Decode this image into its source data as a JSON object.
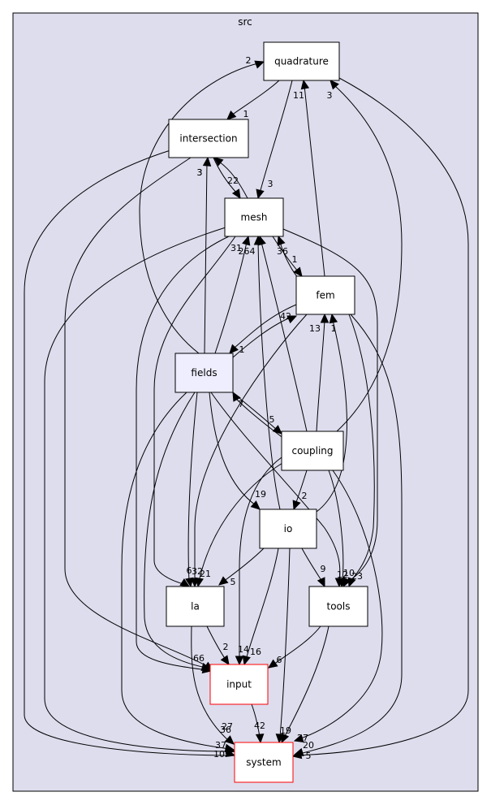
{
  "cluster": {
    "title": "src"
  },
  "nodes": {
    "quadrature": "quadrature",
    "intersection": "intersection",
    "mesh": "mesh",
    "fem": "fem",
    "fields": "fields",
    "coupling": "coupling",
    "io": "io",
    "la": "la",
    "tools": "tools",
    "input": "input",
    "system": "system"
  },
  "edge_labels": {
    "quad_inter": "1",
    "quad_mesh": "3",
    "quad_system": "5",
    "inter_mesh": "22",
    "inter_input": "",
    "inter_system": "10",
    "mesh_inter": "3",
    "mesh_fem": "1",
    "mesh_tools": "23",
    "mesh_la": "21",
    "mesh_input": "",
    "mesh_system": "37",
    "fem_quad": "11",
    "fem_mesh": "36",
    "fem_fields": "1",
    "fem_la": "6",
    "fem_tools": "10",
    "fem_system": "20",
    "fields_quad": "2",
    "fields_inter": "3",
    "fields_mesh": "31",
    "fields_fem": "42",
    "fields_coupling": "5",
    "fields_io": "19",
    "fields_la": "32",
    "fields_tools": "12",
    "fields_input": "66",
    "fields_system": "36",
    "coupling_quad": "3",
    "coupling_mesh": "264",
    "coupling_fem": "13",
    "coupling_fields": "7",
    "coupling_io": "2",
    "coupling_la": "",
    "coupling_tools": "",
    "coupling_input": "14",
    "coupling_system": "27",
    "io_mesh": "",
    "io_fem": "1",
    "io_la": "5",
    "io_tools": "9",
    "io_input": "16",
    "io_system": "19",
    "la_input": "2",
    "la_system": "27",
    "tools_input": "6",
    "tools_system": "",
    "input_system": "42"
  }
}
